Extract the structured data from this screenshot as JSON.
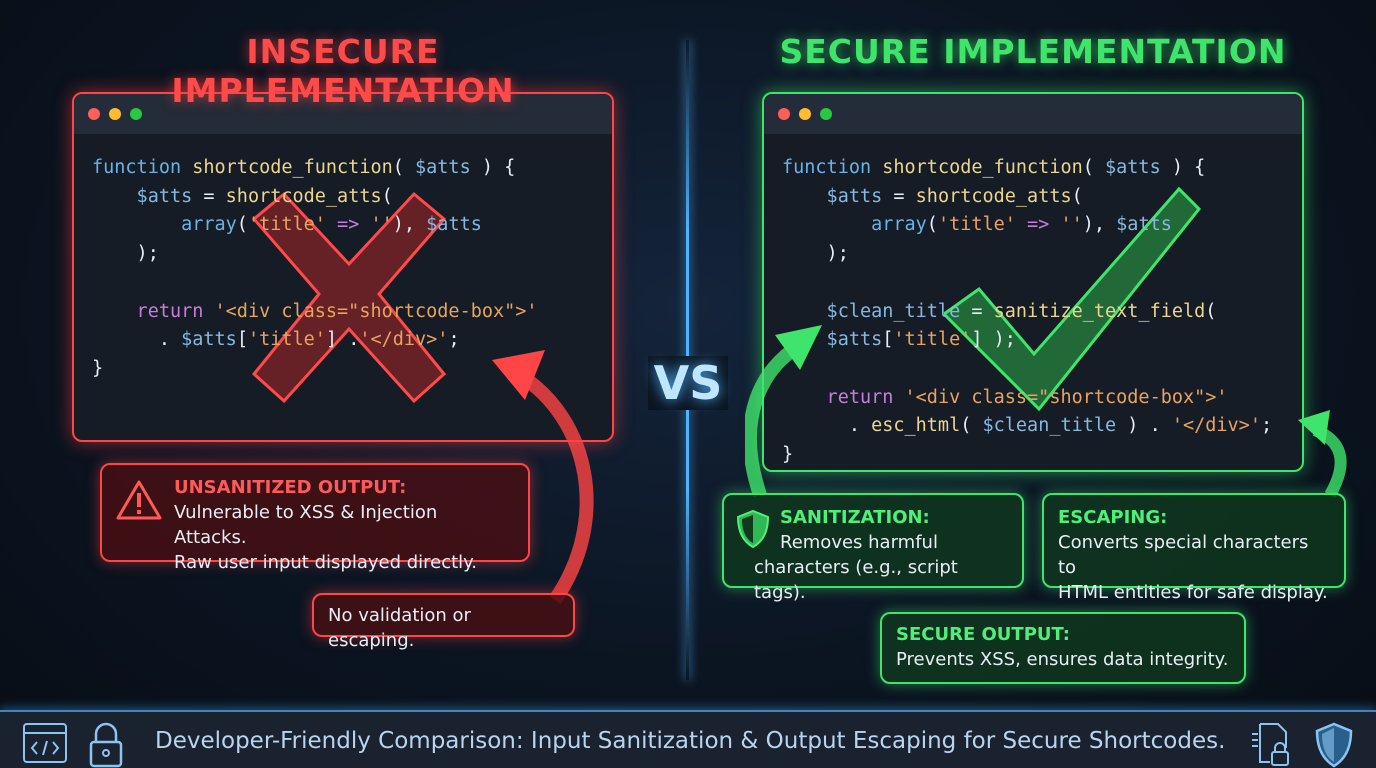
{
  "left": {
    "title": "INSECURE IMPLEMENTATION",
    "accent": "#ff4545",
    "code": [
      [
        [
          "function ",
          "kw"
        ],
        [
          "shortcode_function",
          "fn"
        ],
        [
          "( ",
          "pun"
        ],
        [
          "$atts",
          "var"
        ],
        [
          " ) {",
          "pun"
        ]
      ],
      [
        [
          "    $atts",
          "var"
        ],
        [
          " = ",
          "pun"
        ],
        [
          "shortcode_atts",
          "fn"
        ],
        [
          "(",
          "pun"
        ]
      ],
      [
        [
          "        array",
          "kw"
        ],
        [
          "(",
          "pun"
        ],
        [
          "'title'",
          "str"
        ],
        [
          " => ",
          "ret"
        ],
        [
          "''",
          "str"
        ],
        [
          "), ",
          "pun"
        ],
        [
          "$atts",
          "var"
        ]
      ],
      [
        [
          "    );",
          "pun"
        ]
      ],
      [
        [
          "",
          ""
        ]
      ],
      [
        [
          "    return ",
          "ret"
        ],
        [
          "'<div class=\"shortcode-box\">'",
          "str"
        ]
      ],
      [
        [
          "      . ",
          "pun"
        ],
        [
          "$atts",
          "var"
        ],
        [
          "[",
          "pun"
        ],
        [
          "'title'",
          "str"
        ],
        [
          "] .",
          "pun"
        ],
        [
          "'</div>'",
          "str"
        ],
        [
          ";",
          "pun"
        ]
      ],
      [
        [
          "}",
          "pun"
        ]
      ]
    ],
    "callout": {
      "heading": "UNSANITIZED OUTPUT:",
      "line1": "Vulnerable to XSS & Injection Attacks.",
      "line2": "Raw user input displayed directly.",
      "icon": "warning-icon"
    },
    "note": "No validation or escaping."
  },
  "vs": "VS",
  "right": {
    "title": "SECURE IMPLEMENTATION",
    "accent": "#3fe56a",
    "code": [
      [
        [
          "function ",
          "kw"
        ],
        [
          "shortcode_function",
          "fn"
        ],
        [
          "( ",
          "pun"
        ],
        [
          "$atts",
          "var"
        ],
        [
          " ) {",
          "pun"
        ]
      ],
      [
        [
          "    $atts",
          "var"
        ],
        [
          " = ",
          "pun"
        ],
        [
          "shortcode_atts",
          "fn"
        ],
        [
          "(",
          "pun"
        ]
      ],
      [
        [
          "        array",
          "kw"
        ],
        [
          "(",
          "pun"
        ],
        [
          "'title'",
          "str"
        ],
        [
          " => ",
          "ret"
        ],
        [
          "''",
          "str"
        ],
        [
          "), ",
          "pun"
        ],
        [
          "$atts",
          "var"
        ]
      ],
      [
        [
          "    );",
          "pun"
        ]
      ],
      [
        [
          "",
          ""
        ]
      ],
      [
        [
          "    $clean_title",
          "var"
        ],
        [
          " = ",
          "pun"
        ],
        [
          "sanitize_text_field",
          "fn"
        ],
        [
          "(",
          "pun"
        ]
      ],
      [
        [
          "    $atts",
          "var"
        ],
        [
          "[",
          "pun"
        ],
        [
          "'title'",
          "str"
        ],
        [
          "] );",
          "pun"
        ]
      ],
      [
        [
          "",
          ""
        ]
      ],
      [
        [
          "    return ",
          "ret"
        ],
        [
          "'<div class=\"shortcode-box\">'",
          "str"
        ]
      ],
      [
        [
          "      . ",
          "pun"
        ],
        [
          "esc_html",
          "fn"
        ],
        [
          "( ",
          "pun"
        ],
        [
          "$clean_title",
          "var"
        ],
        [
          " ) . ",
          "pun"
        ],
        [
          "'</div>'",
          "str"
        ],
        [
          ";",
          "pun"
        ]
      ],
      [
        [
          "}",
          "pun"
        ]
      ]
    ],
    "sanitization": {
      "heading": "SANITIZATION:",
      "line1": "Removes harmful",
      "line2": "characters (e.g., script tags).",
      "icon": "shield-icon"
    },
    "escaping": {
      "heading": "ESCAPING:",
      "line1": "Converts special characters to",
      "line2": "HTML entities for safe display."
    },
    "secure_output": {
      "heading": "SECURE OUTPUT:",
      "line1": "Prevents XSS, ensures data integrity."
    }
  },
  "footer": {
    "text": "Developer-Friendly Comparison: Input Sanitization & Output Escaping for Secure Shortcodes.",
    "icons": [
      "code-window-icon",
      "padlock-icon",
      "secure-document-icon",
      "shield-icon"
    ]
  }
}
